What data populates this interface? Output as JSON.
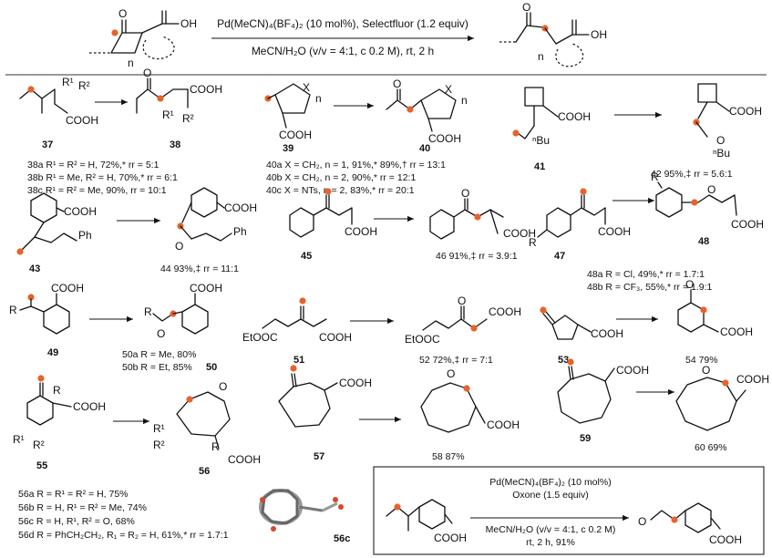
{
  "header": {
    "reagents": "Pd(MeCN)₄(BF₄)₂ (10 mol%), Selectfluor (1.2 equiv)",
    "conditions": "MeCN/H₂O (v/v = 4:1, c 0.2 M), rt, 2 h"
  },
  "labels": {
    "n": "n",
    "cooh": "COOH",
    "oh": "OH",
    "x": "X",
    "r": "R",
    "r1": "R¹",
    "r2": "R²",
    "nbu": "ⁿBu",
    "ph": "Ph",
    "etooc": "EtOOC"
  },
  "compounds": {
    "c37": "37",
    "c38": "38",
    "c39": "39",
    "c40": "40",
    "c41": "41",
    "c43": "43",
    "c45": "45",
    "c47": "47",
    "c48": "48",
    "c49": "49",
    "c50": "50",
    "c51": "51",
    "c53": "53",
    "c55": "55",
    "c56": "56",
    "c57": "57",
    "c59": "59",
    "c56c": "56c"
  },
  "results": {
    "r38a": "38a R¹ = R² = H, 72%,* rr = 5:1",
    "r38b": "38b R¹ = Me, R² = H, 70%,* rr = 6:1",
    "r38c": "38c R¹ = R² = Me, 90%, rr = 10:1",
    "r40a": "40a X = CH₂, n = 1, 91%,* 89%,† rr = 13:1",
    "r40b": "40b X = CH₂, n = 2, 90%,* rr = 12:1",
    "r40c": "40c X = NTs, n = 2, 83%,* rr = 20:1",
    "r42": "42 95%,‡ rr = 5.6:1",
    "r44": "44 93%,‡ rr = 11:1",
    "r46": "46 91%,‡ rr = 3.9:1",
    "r48a": "48a R = Cl, 49%,* rr = 1.7:1",
    "r48b": "48b R = CF₃, 55%,* rr = 1.9:1",
    "r50a": "50a R = Me, 80%",
    "r50b": "50b R = Et, 85%",
    "r52": "52 72%,‡ rr = 7:1",
    "r54": "54 79%",
    "r56a": "56a R = R¹ = R² = H, 75%",
    "r56b": "56b R = H, R¹ = R² = Me, 74%",
    "r56c": "56c R = H, R¹, R² = O, 68%",
    "r56d": "56d R = PhCH₂CH₂, R₁ = R₂ = H, 61%,* rr = 1.7:1",
    "r58": "58 87%",
    "r60": "60 69%"
  },
  "box": {
    "reagents": "Pd(MeCN)₄(BF₄)₂ (10 mol%)",
    "oxidant": "Oxone (1.5 equiv)",
    "solvent": "MeCN/H₂O (v/v = 4:1, c 0.2 M)",
    "time_yield": "rt, 2 h, 91%"
  },
  "colors": {
    "highlight_dot": "#e8632b",
    "rule": "#999999"
  }
}
